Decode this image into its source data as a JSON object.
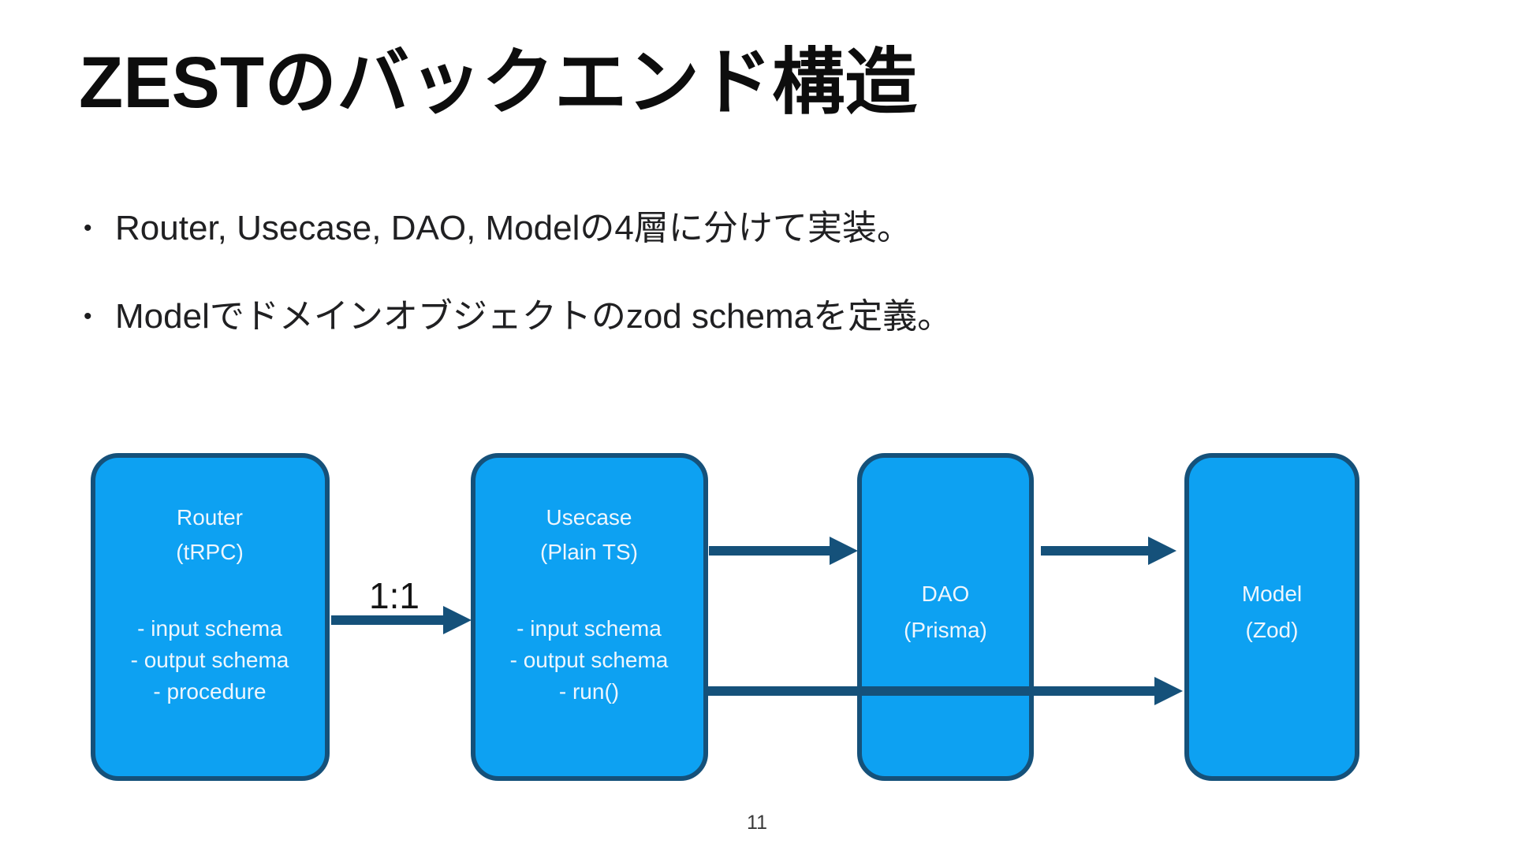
{
  "slide": {
    "title": "ZESTのバックエンド構造",
    "bullet_char": "•",
    "bullets": [
      "Router, Usecase, DAO, Modelの4層に分けて実装。",
      "Modelでドメインオブジェクトのzod schemaを定義。"
    ],
    "page_number": "11"
  },
  "diagram": {
    "relation_label": "1:1",
    "boxes": [
      {
        "title": "Router",
        "subtitle": "(tRPC)",
        "items": [
          "- input schema",
          "- output schema",
          "- procedure"
        ]
      },
      {
        "title": "Usecase",
        "subtitle": "(Plain TS)",
        "items": [
          "- input schema",
          "- output schema",
          "- run()"
        ]
      },
      {
        "title": "DAO",
        "subtitle": "(Prisma)",
        "items": []
      },
      {
        "title": "Model",
        "subtitle": "(Zod)",
        "items": []
      }
    ],
    "arrows": [
      {
        "from": "Router",
        "to": "Usecase",
        "label": "1:1"
      },
      {
        "from": "Usecase",
        "to": "DAO",
        "label": ""
      },
      {
        "from": "DAO",
        "to": "Model",
        "label": ""
      },
      {
        "from": "Usecase",
        "to": "Model",
        "label": ""
      }
    ],
    "colors": {
      "box_fill": "#0da1f2",
      "box_border": "#15517a",
      "arrow": "#15517a",
      "box_text": "#eef6fd"
    }
  }
}
